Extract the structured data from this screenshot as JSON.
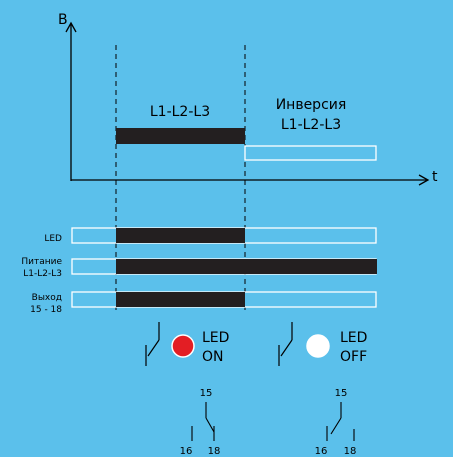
{
  "colors": {
    "background": "#5BC0EB",
    "bar_on": "#231F20",
    "bar_off": "#5BC0EB",
    "led_on": "#E31E24",
    "led_off": "#FFFFFF"
  },
  "axes": {
    "y_label": "B",
    "x_label": "t"
  },
  "phases": {
    "normal_label": "L1-L2-L3",
    "inverse_label_line1": "Инверсия",
    "inverse_label_line2": "L1-L2-L3"
  },
  "signals": [
    {
      "label_lines": [
        "LED"
      ],
      "state": "on_in_normal_phase"
    },
    {
      "label_lines": [
        "Питание",
        "L1-L2-L3"
      ],
      "state": "on_from_first_marker_to_end"
    },
    {
      "label_lines": [
        "Выход",
        "15 - 18"
      ],
      "state": "on_in_normal_phase"
    }
  ],
  "indicators": {
    "on": {
      "line1": "LED",
      "line2": "ON",
      "lamp_icon": "red-led-icon"
    },
    "off": {
      "line1": "LED",
      "line2": "OFF",
      "lamp_icon": "white-led-icon"
    }
  },
  "contacts": {
    "on": {
      "common": "15",
      "left": "16",
      "right": "18",
      "state": "15-18 closed"
    },
    "off": {
      "common": "15",
      "left": "16",
      "right": "18",
      "state": "15-16 closed"
    }
  }
}
